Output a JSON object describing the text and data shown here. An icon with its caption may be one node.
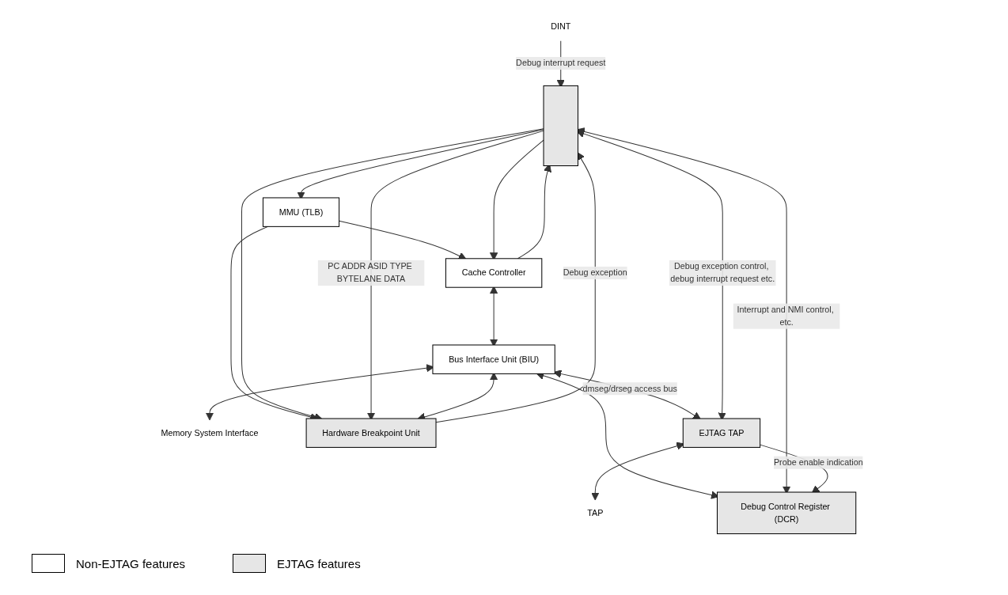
{
  "diagram": {
    "nodes": [
      {
        "text": [],
        "shape": "box"
      },
      {
        "text": [
          "MMU (TLB)"
        ]
      },
      {
        "text": [
          "Cache Controller"
        ]
      },
      {
        "text": [
          "Bus Interface Unit (BIU)"
        ]
      },
      {
        "text": [
          "Memory System Interface"
        ]
      },
      {
        "text": [
          "Hardware Breakpoint Unit"
        ]
      },
      {
        "text": [
          "EJTAG TAP"
        ]
      },
      {
        "text": [
          "TAP"
        ]
      },
      {
        "text": [
          "Debug Control Register (DCR)"
        ]
      },
      {
        "text": [
          "DINT"
        ]
      }
    ],
    "edges": [
      {
        "from": 0,
        "to": 1,
        "arrow": "to"
      },
      {
        "from": 1,
        "to": 2,
        "arrow": "to"
      },
      {
        "from": 0,
        "to": 2,
        "arrow": "to"
      },
      {
        "from": 2,
        "to": 3,
        "arrow": "both"
      },
      {
        "from": 3,
        "to": 4,
        "arrow": "both"
      },
      {
        "from": 2,
        "to": 0,
        "arrow": "to"
      },
      {
        "from": 1,
        "to": 5,
        "arrow": "to"
      },
      {
        "from": 0,
        "to": 5,
        "arrow": "to"
      },
      {
        "from": 0,
        "to": 5,
        "arrow": "to",
        "label": "PC ADDR ASID TYPE BYTELANE DATA"
      },
      {
        "from": 5,
        "to": 0,
        "arrow": "to",
        "label": "Debug exception"
      },
      {
        "from": 3,
        "to": 6,
        "arrow": "both",
        "label": "dmseg/drseg access bus"
      },
      {
        "from": 3,
        "to": 5,
        "arrow": "both"
      },
      {
        "from": 3,
        "to": 8,
        "arrow": "both"
      },
      {
        "from": 6,
        "to": 7,
        "arrow": "both"
      },
      {
        "from": 0,
        "to": 8,
        "arrow": "both",
        "label": "Interrupt and NMI control, etc."
      },
      {
        "from": 6,
        "to": 8,
        "arrow": "to",
        "label": "Probe enable indication"
      },
      {
        "from": 0,
        "to": 6,
        "arrow": "both",
        "label": "Debug exception control, debug interrupt request etc."
      },
      {
        "from": 9,
        "to": 0,
        "arrow": "to",
        "label": "Debug interrupt request"
      }
    ],
    "legend": [
      {
        "text": "Non-EJTAG features",
        "color": "#ffffff"
      },
      {
        "text": "EJTAG features",
        "color": "#e6e6e6"
      }
    ]
  }
}
